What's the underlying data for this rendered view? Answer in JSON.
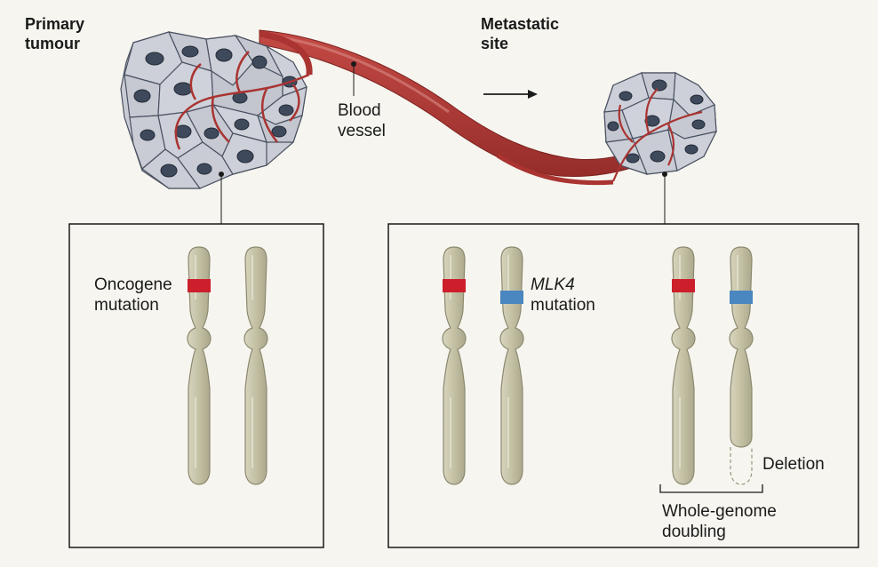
{
  "labels": {
    "primary_tumour_line1": "Primary",
    "primary_tumour_line2": "tumour",
    "metastatic_site_line1": "Metastatic",
    "metastatic_site_line2": "site",
    "blood_vessel_line1": "Blood",
    "blood_vessel_line2": "vessel",
    "oncogene_line1": "Oncogene",
    "oncogene_line2": "mutation",
    "mlk4_line1": "MLK4",
    "mlk4_line2": "mutation",
    "deletion": "Deletion",
    "wgd_line1": "Whole-genome",
    "wgd_line2": "doubling"
  },
  "colors": {
    "background": "#f6f5ef",
    "chromosome": "#c5c2a6",
    "oncogene_band": "#cc1f2b",
    "mlk4_band": "#4a86bf",
    "vessel": "#b23a36",
    "cell_fill": "#c9ccd4",
    "nucleus": "#3e4a5c"
  }
}
